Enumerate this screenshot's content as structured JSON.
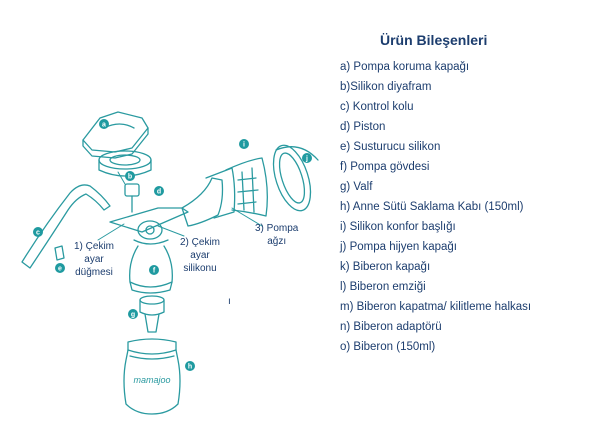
{
  "legend": {
    "title": "Ürün Bileşenleri",
    "items": [
      "a) Pompa koruma kapağı",
      "b)Silikon diyafram",
      "c) Kontrol kolu",
      "d) Piston",
      "e) Susturucu silikon",
      "f) Pompa gövdesi",
      "g) Valf",
      "h) Anne Sütü Saklama Kabı (150ml)",
      "i) Silikon konfor başlığı",
      "j) Pompa hijyen kapağı",
      "k) Biberon kapağı",
      "l) Biberon emziği",
      "m) Biberon kapatma/ kilitleme halkası",
      "n) Biberon adaptörü",
      "o) Biberon (150ml)"
    ]
  },
  "callouts": {
    "c1": {
      "line1": "1) Çekim",
      "line2": "ayar",
      "line3": "düğmesi"
    },
    "c2": {
      "line1": "2) Çekim",
      "line2": "ayar",
      "line3": "silikonu"
    },
    "c3": {
      "line1": "3) Pompa",
      "line2": "ağzı"
    }
  },
  "badges": {
    "a": "a",
    "b": "b",
    "c": "c",
    "d": "d",
    "e": "e",
    "f": "f",
    "g": "g",
    "h": "h",
    "i": "i",
    "j": "j"
  },
  "bottle_brand": "mamajoo",
  "stray_mark": "ı",
  "colors": {
    "line": "#2a9aa0",
    "badge": "#1f9aa0",
    "text": "#1c3d6e"
  }
}
